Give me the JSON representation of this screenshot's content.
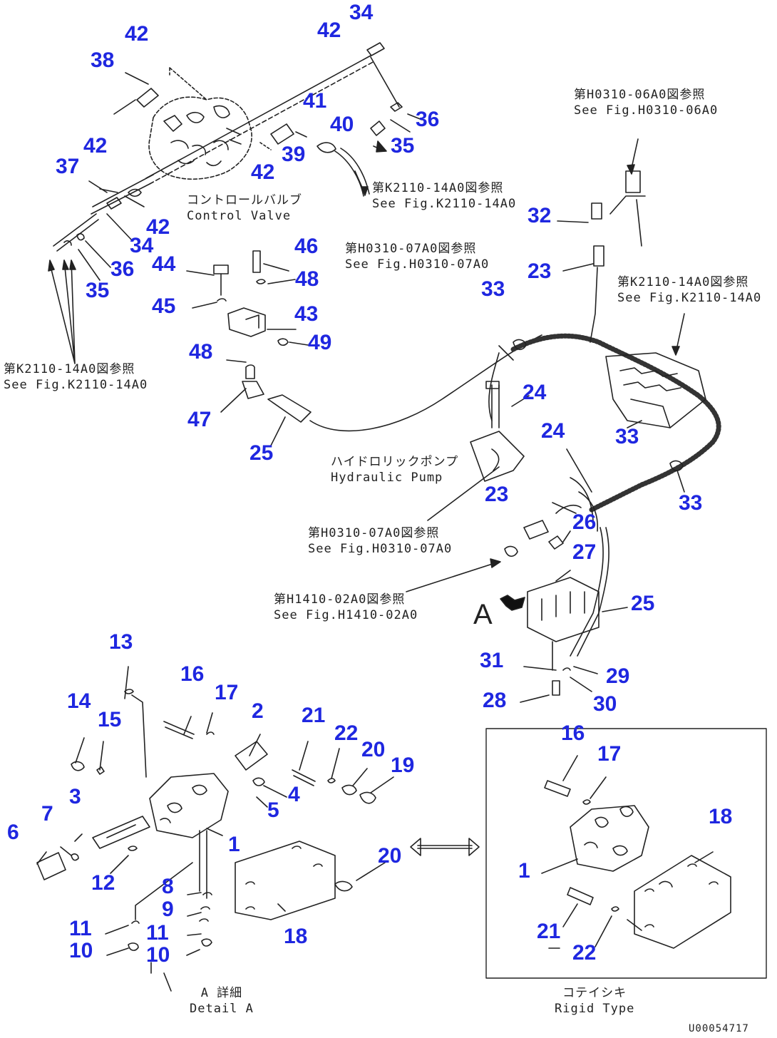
{
  "callouts": [
    {
      "id": "c34a",
      "text": "34"
    },
    {
      "id": "c42a",
      "text": "42"
    },
    {
      "id": "c42b",
      "text": "42"
    },
    {
      "id": "c38",
      "text": "38"
    },
    {
      "id": "c41",
      "text": "41"
    },
    {
      "id": "c36a",
      "text": "36"
    },
    {
      "id": "c40",
      "text": "40"
    },
    {
      "id": "c35a",
      "text": "35"
    },
    {
      "id": "c39",
      "text": "39"
    },
    {
      "id": "c42c",
      "text": "42"
    },
    {
      "id": "c42d",
      "text": "42"
    },
    {
      "id": "c37",
      "text": "37"
    },
    {
      "id": "c42e",
      "text": "42"
    },
    {
      "id": "c34b",
      "text": "34"
    },
    {
      "id": "c36b",
      "text": "36"
    },
    {
      "id": "c35b",
      "text": "35"
    },
    {
      "id": "c32",
      "text": "32"
    },
    {
      "id": "c23a",
      "text": "23"
    },
    {
      "id": "c46",
      "text": "46"
    },
    {
      "id": "c44",
      "text": "44"
    },
    {
      "id": "c48a",
      "text": "48"
    },
    {
      "id": "c45",
      "text": "45"
    },
    {
      "id": "c43",
      "text": "43"
    },
    {
      "id": "c49",
      "text": "49"
    },
    {
      "id": "c48b",
      "text": "48"
    },
    {
      "id": "c33a",
      "text": "33"
    },
    {
      "id": "c24a",
      "text": "24"
    },
    {
      "id": "c47",
      "text": "47"
    },
    {
      "id": "c25a",
      "text": "25"
    },
    {
      "id": "c24b",
      "text": "24"
    },
    {
      "id": "c33b",
      "text": "33"
    },
    {
      "id": "c23b",
      "text": "23"
    },
    {
      "id": "c33c",
      "text": "33"
    },
    {
      "id": "c26",
      "text": "26"
    },
    {
      "id": "c27",
      "text": "27"
    },
    {
      "id": "c25b",
      "text": "25"
    },
    {
      "id": "c13",
      "text": "13"
    },
    {
      "id": "c31",
      "text": "31"
    },
    {
      "id": "c29",
      "text": "29"
    },
    {
      "id": "c28",
      "text": "28"
    },
    {
      "id": "c30",
      "text": "30"
    },
    {
      "id": "c16a",
      "text": "16"
    },
    {
      "id": "c17a",
      "text": "17"
    },
    {
      "id": "c14",
      "text": "14"
    },
    {
      "id": "c2",
      "text": "2"
    },
    {
      "id": "c21a",
      "text": "21"
    },
    {
      "id": "c22a",
      "text": "22"
    },
    {
      "id": "c20a",
      "text": "20"
    },
    {
      "id": "c15",
      "text": "15"
    },
    {
      "id": "c19",
      "text": "19"
    },
    {
      "id": "c16b",
      "text": "16"
    },
    {
      "id": "c17b",
      "text": "17"
    },
    {
      "id": "c3",
      "text": "3"
    },
    {
      "id": "c4",
      "text": "4"
    },
    {
      "id": "c5",
      "text": "5"
    },
    {
      "id": "c7",
      "text": "7"
    },
    {
      "id": "c6",
      "text": "6"
    },
    {
      "id": "c1a",
      "text": "1"
    },
    {
      "id": "c12",
      "text": "12"
    },
    {
      "id": "c20b",
      "text": "20"
    },
    {
      "id": "c18a",
      "text": "18"
    },
    {
      "id": "c1b",
      "text": "1"
    },
    {
      "id": "c8",
      "text": "8"
    },
    {
      "id": "c9",
      "text": "9"
    },
    {
      "id": "c11a",
      "text": "11"
    },
    {
      "id": "c11b",
      "text": "11"
    },
    {
      "id": "c10a",
      "text": "10"
    },
    {
      "id": "c10b",
      "text": "10"
    },
    {
      "id": "c18b",
      "text": "18"
    },
    {
      "id": "c21b",
      "text": "21"
    },
    {
      "id": "c22b",
      "text": "22"
    }
  ],
  "notes": {
    "ref_h0310_06a0": {
      "jp": "第H0310-06A0図参照",
      "en": "See Fig.H0310-06A0"
    },
    "ref_k2110_14a0_top": {
      "jp": "第K2110-14A0図参照",
      "en": "See Fig.K2110-14A0"
    },
    "control_valve": {
      "jp": "コントロールバルブ",
      "en": "Control Valve"
    },
    "ref_h0310_07a0_top": {
      "jp": "第H0310-07A0図参照",
      "en": "See Fig.H0310-07A0"
    },
    "ref_k2110_14a0_right": {
      "jp": "第K2110-14A0図参照",
      "en": "See Fig.K2110-14A0"
    },
    "ref_k2110_14a0_left": {
      "jp": "第K2110-14A0図参照",
      "en": "See Fig.K2110-14A0"
    },
    "hydraulic_pump": {
      "jp": "ハイドロリックポンプ",
      "en": "Hydraulic Pump"
    },
    "ref_h0310_07a0_mid": {
      "jp": "第H0310-07A0図参照",
      "en": "See Fig.H0310-07A0"
    },
    "ref_h1410_02a0": {
      "jp": "第H1410-02A0図参照",
      "en": "See Fig.H1410-02A0"
    },
    "detail_a": {
      "jp": "A 詳細",
      "en": "Detail A"
    },
    "rigid_type": {
      "jp": "コテイシキ",
      "en": "Rigid Type"
    }
  },
  "view_marker": "A",
  "drawing_code": "U00054717"
}
